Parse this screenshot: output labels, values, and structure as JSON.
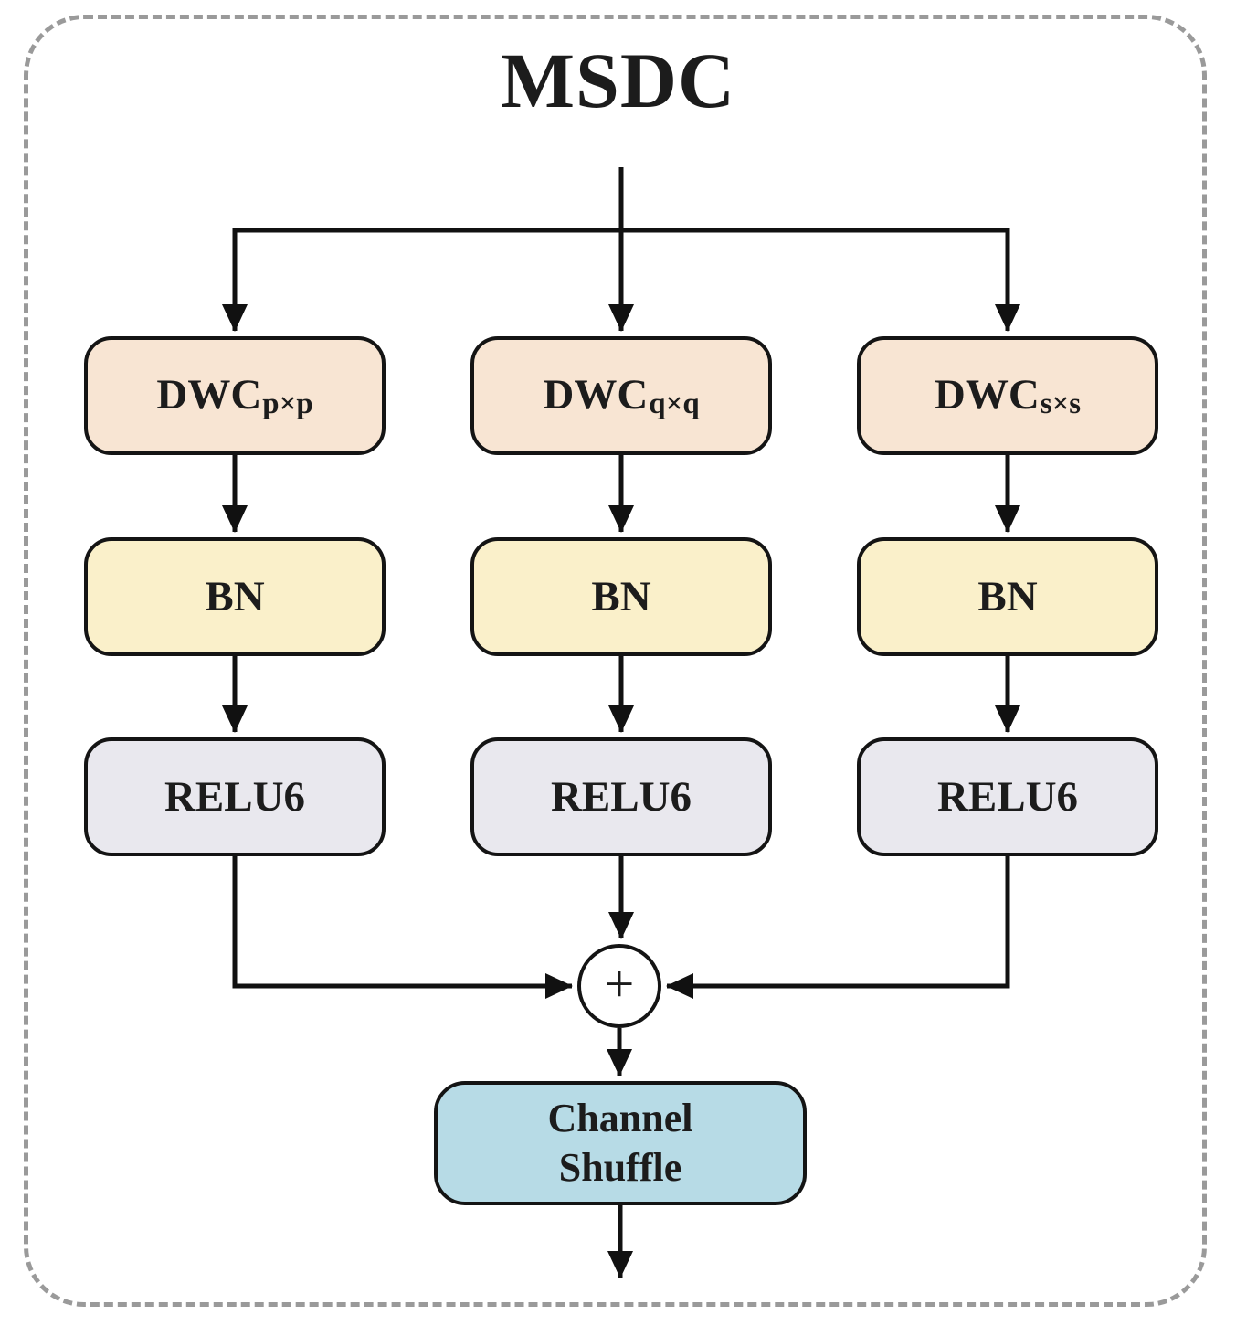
{
  "title": "MSDC",
  "branches": [
    {
      "conv_main": "DWC",
      "conv_sub": "p×p",
      "bn_label": "BN",
      "relu_label": "RELU6"
    },
    {
      "conv_main": "DWC",
      "conv_sub": "q×q",
      "bn_label": "BN",
      "relu_label": "RELU6"
    },
    {
      "conv_main": "DWC",
      "conv_sub": "s×s",
      "bn_label": "BN",
      "relu_label": "RELU6"
    }
  ],
  "sum_symbol": "+",
  "output_block": {
    "line1": "Channel",
    "line2": "Shuffle"
  },
  "colors": {
    "dwc_fill": "#f8e5d3",
    "bn_fill": "#faf0ca",
    "relu_fill": "#e9e8ee",
    "shuffle_fill": "#b7dbe6",
    "line": "#111111",
    "dashed_border": "#9a9a9a"
  }
}
